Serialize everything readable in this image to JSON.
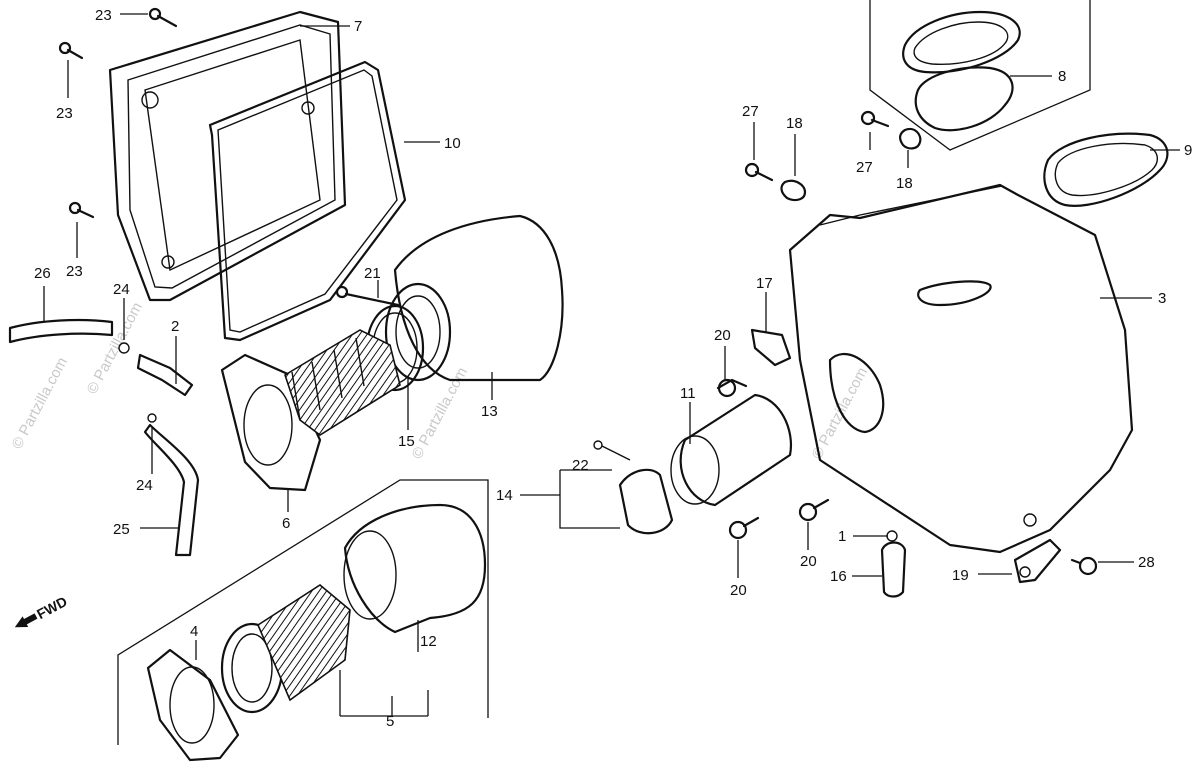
{
  "diagram": {
    "labels": [
      "1",
      "2",
      "3",
      "4",
      "5",
      "6",
      "7",
      "8",
      "9",
      "10",
      "11",
      "12",
      "13",
      "14",
      "15",
      "16",
      "17",
      "18",
      "19",
      "20",
      "21",
      "22",
      "23",
      "24",
      "25",
      "26",
      "27",
      "28"
    ],
    "fwd_label": "FWD",
    "watermark": "© Partzilla.com"
  }
}
